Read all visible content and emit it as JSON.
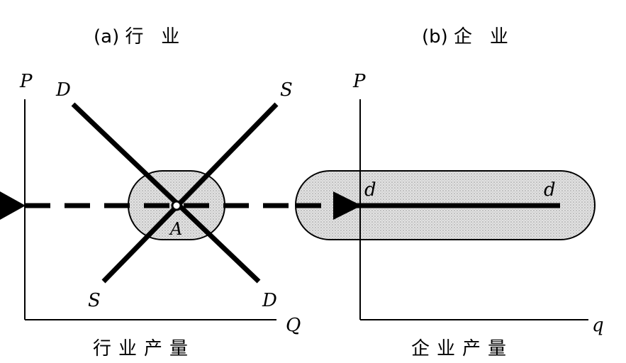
{
  "panel_a": {
    "title": "(a) 行   业",
    "y_axis_label": "P",
    "x_axis_label": "Q",
    "demand_label_top": "D",
    "demand_label_bottom": "D",
    "supply_label_top": "S",
    "supply_label_bottom": "S",
    "equilibrium_label": "A",
    "x_caption": "行业产量"
  },
  "panel_b": {
    "title": "(b) 企   业",
    "y_axis_label": "P",
    "x_axis_label": "q",
    "demand_label_left": "d",
    "demand_label_right": "d",
    "x_caption": "企业产量"
  },
  "colors": {
    "line": "#000000",
    "highlight_fill": "#d6d6d6"
  }
}
